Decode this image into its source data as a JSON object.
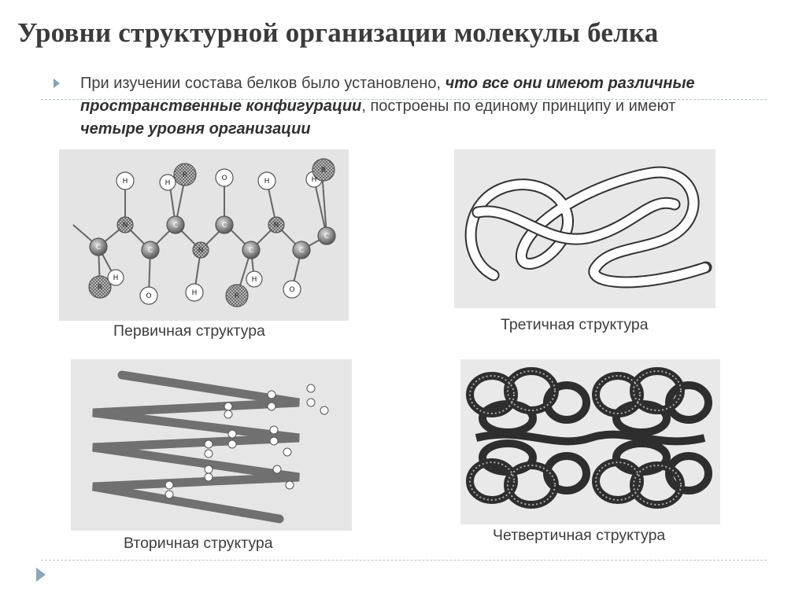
{
  "slide": {
    "title": "Уровни структурной организации молекулы белка",
    "bullet": {
      "part1": "При изучении состава белков было установлено, ",
      "emph1": "что все они имеют различные пространственные конфигурации",
      "part2": ", построены по единому принципу и имеют ",
      "emph2": "четыре уровня организации"
    }
  },
  "figures": [
    {
      "caption": "Первичная структура"
    },
    {
      "caption": "Третичная структура"
    },
    {
      "caption": "Вторичная структура"
    },
    {
      "caption": "Четвертичная структура"
    }
  ],
  "atoms": {
    "h": "H",
    "n": "N",
    "c": "C",
    "o": "O",
    "r": "R"
  },
  "colors": {
    "background": "#ffffff",
    "title": "#3b3b3b",
    "bullet": "#8aa1b4",
    "panel": "#e4e4e4",
    "divider": "#b8c4cc"
  },
  "icons": [
    "bullet-arrow-icon",
    "nav-arrow-icon"
  ]
}
